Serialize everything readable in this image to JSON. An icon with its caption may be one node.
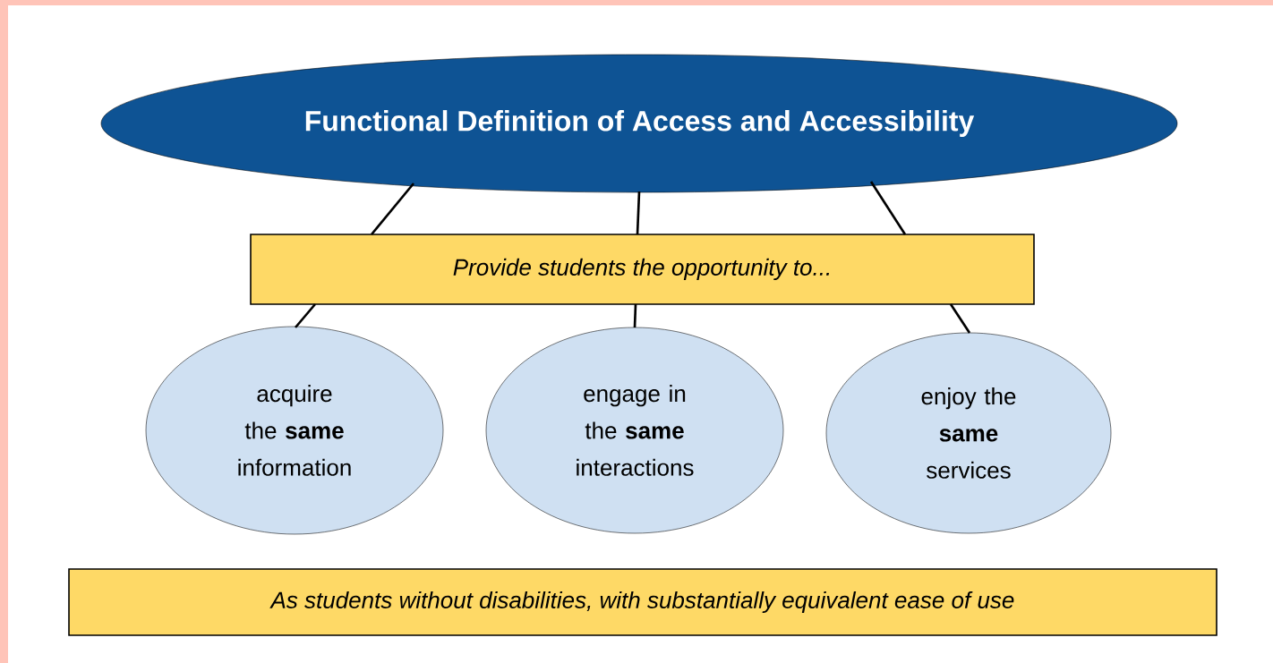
{
  "diagram": {
    "nodes": [
      {
        "text": [
          "Functional Definition of Access and Accessibility"
        ]
      },
      {
        "text": [
          "Provide students the opportunity to..."
        ]
      },
      {
        "text": [
          "acquire the **same** information"
        ]
      },
      {
        "text": [
          "engage in the **same** interactions"
        ]
      },
      {
        "text": [
          "enjoy the **same** services"
        ]
      },
      {
        "text": [
          "As students without disabilities, with substantially equivalent ease of use"
        ]
      }
    ],
    "edges": [
      {
        "from": 0,
        "to": 1,
        "arrow": "none"
      },
      {
        "from": 0,
        "to": 1,
        "arrow": "none"
      },
      {
        "from": 0,
        "to": 1,
        "arrow": "none"
      },
      {
        "from": 1,
        "to": 2,
        "arrow": "none"
      },
      {
        "from": 1,
        "to": 3,
        "arrow": "none"
      },
      {
        "from": 1,
        "to": 4,
        "arrow": "none"
      }
    ]
  }
}
